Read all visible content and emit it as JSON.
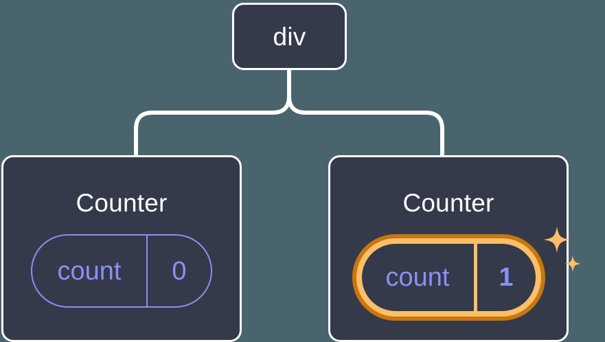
{
  "diagram": {
    "type": "component-tree",
    "background_color": "#4a646e",
    "node_fill_color": "#343a49",
    "node_border_color": "#ffffff",
    "connector_color": "#ffffff",
    "state_accent_color": "#8b8ff5",
    "highlight_fill_color": "#fbbf6a",
    "highlight_outline_color": "#c9760e",
    "sparkle_color": "#fbbf6a"
  },
  "root": {
    "label": "div"
  },
  "children": [
    {
      "title": "Counter",
      "state": {
        "key": "count",
        "value": "0"
      },
      "highlighted": false
    },
    {
      "title": "Counter",
      "state": {
        "key": "count",
        "value": "1"
      },
      "highlighted": true
    }
  ]
}
